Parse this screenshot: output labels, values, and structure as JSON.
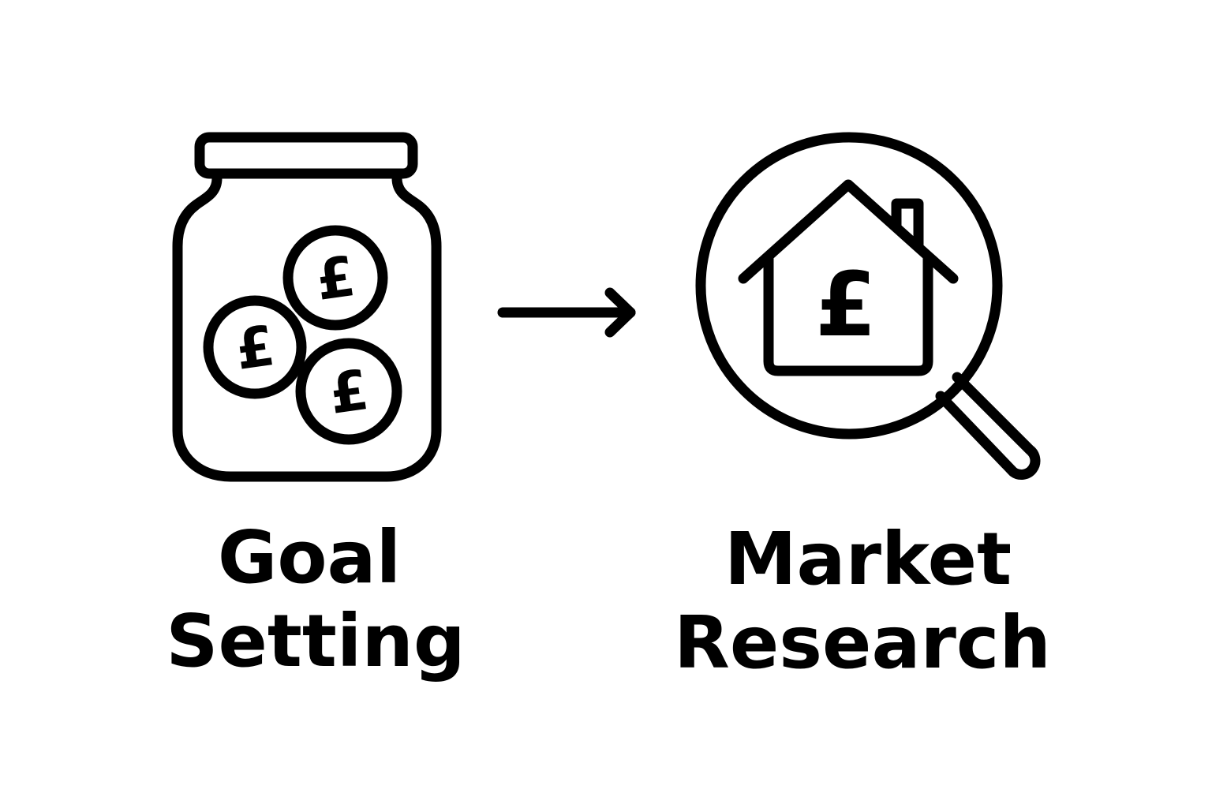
{
  "diagram": {
    "steps": [
      {
        "icon": "money-jar-icon",
        "coin_symbol": "£",
        "label_lines": [
          "Goal",
          "Setting"
        ]
      },
      {
        "icon": "house-magnifier-icon",
        "house_symbol": "£",
        "label_lines": [
          "Market",
          "Research"
        ]
      }
    ],
    "connector": "arrow-right-icon"
  },
  "colors": {
    "ink": "#000000",
    "background": "#ffffff"
  }
}
